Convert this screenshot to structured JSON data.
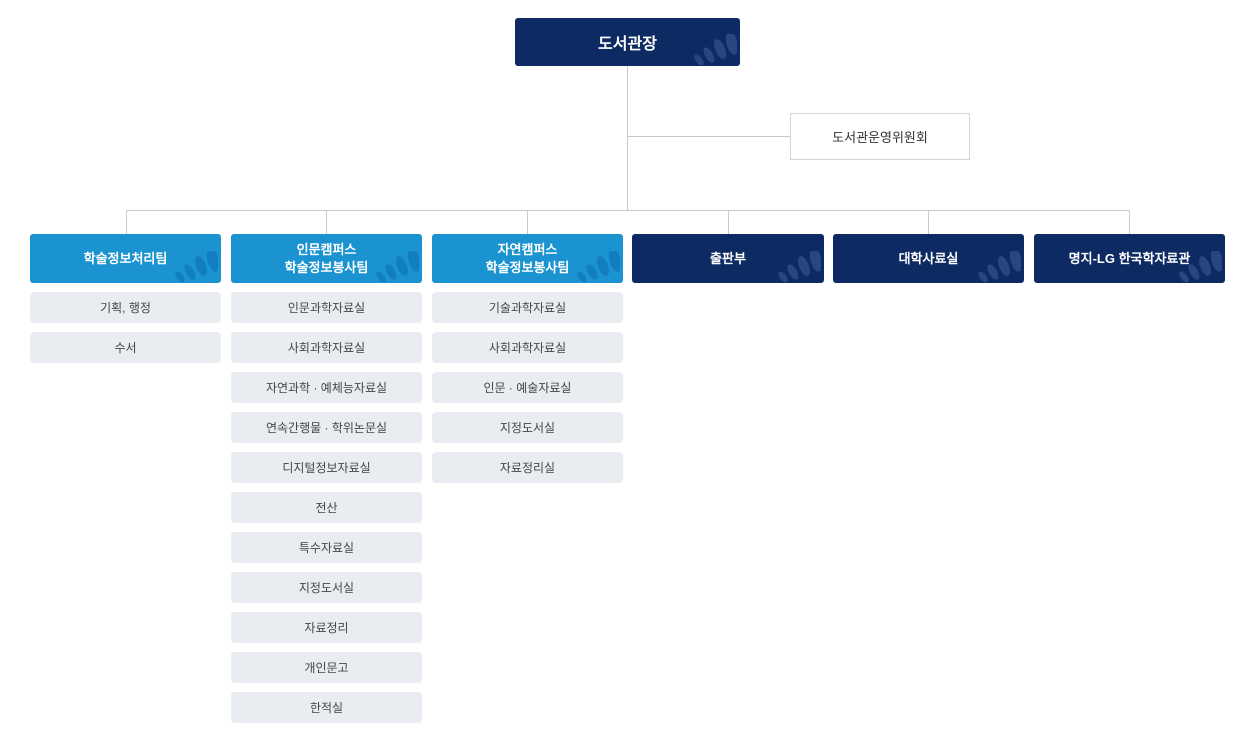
{
  "org": {
    "root": {
      "label": "도서관장"
    },
    "committee": {
      "label": "도서관운영위원회"
    },
    "columns": [
      {
        "title_lines": [
          "학술정보처리팀"
        ],
        "style": "light",
        "items": [
          "기획, 행정",
          "수서"
        ]
      },
      {
        "title_lines": [
          "인문캠퍼스",
          "학술정보봉사팀"
        ],
        "style": "light",
        "items": [
          "인문과학자료실",
          "사회과학자료실",
          "자연과학 · 예체능자료실",
          "연속간행물 · 학위논문실",
          "디지털정보자료실",
          "전산",
          "특수자료실",
          "지정도서실",
          "자료정리",
          "개인문고",
          "한적실"
        ]
      },
      {
        "title_lines": [
          "자연캠퍼스",
          "학술정보봉사팀"
        ],
        "style": "light",
        "items": [
          "기술과학자료실",
          "사회과학자료실",
          "인문 · 예술자료실",
          "지정도서실",
          "자료정리실"
        ]
      },
      {
        "title_lines": [
          "출판부"
        ],
        "style": "dark",
        "items": []
      },
      {
        "title_lines": [
          "대학사료실"
        ],
        "style": "dark",
        "items": []
      },
      {
        "title_lines": [
          "명지-LG 한국학자료관"
        ],
        "style": "dark",
        "items": []
      }
    ]
  },
  "colors": {
    "navy": "#0d2a63",
    "light_blue": "#1b93d0",
    "sub_item_bg": "#e9edf2",
    "connector_line": "#c9c9c9"
  }
}
